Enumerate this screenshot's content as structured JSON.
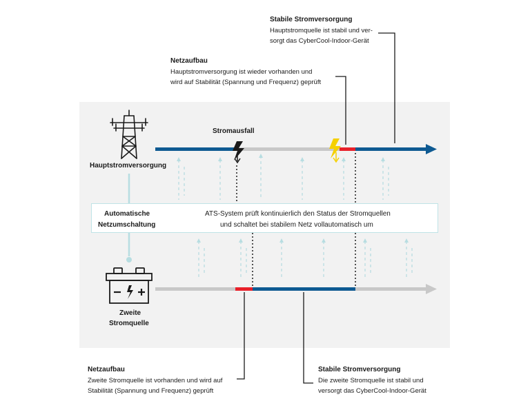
{
  "annotations": {
    "top_right": {
      "title": "Stabile Stromversorgung",
      "line1": "Hauptstromquelle ist stabil und ver-",
      "line2": "sorgt das CyberCool-Indoor-Gerät"
    },
    "top_middle": {
      "title": "Netzaufbau",
      "line1": "Hauptstromversorgung ist wieder vorhanden und",
      "line2": "wird auf Stabilität (Spannung und Frequenz) geprüft"
    },
    "bottom_left": {
      "title": "Netzaufbau",
      "line1": "Zweite Stromquelle ist vorhanden und wird auf",
      "line2": "Stabilität (Spannung und Frequenz) geprüft"
    },
    "bottom_right": {
      "title": "Stabile Stromversorgung",
      "line1": "Die zweite Stromquelle ist stabil und",
      "line2": "versorgt das CyberCool-Indoor-Gerät"
    }
  },
  "main_source": {
    "label": "Hauptstromversorgung",
    "icon": "power-pylon-icon"
  },
  "second_source": {
    "label_line1": "Zweite",
    "label_line2": "Stromquelle",
    "icon": "battery-icon"
  },
  "outage_label": "Stromausfall",
  "ats": {
    "title_line1": "Automatische",
    "title_line2": "Netzumschaltung",
    "desc_line1": "ATS-System prüft kontinuierlich den Status der Stromquellen",
    "desc_line2": "und schaltet bei stabilem Netz vollautomatisch um"
  },
  "colors": {
    "blue": "#0e5a92",
    "gray": "#c8c8c8",
    "red": "#e8202a",
    "yellow": "#f5d000",
    "teal": "#b7dde1",
    "panel": "#f2f2f2"
  }
}
